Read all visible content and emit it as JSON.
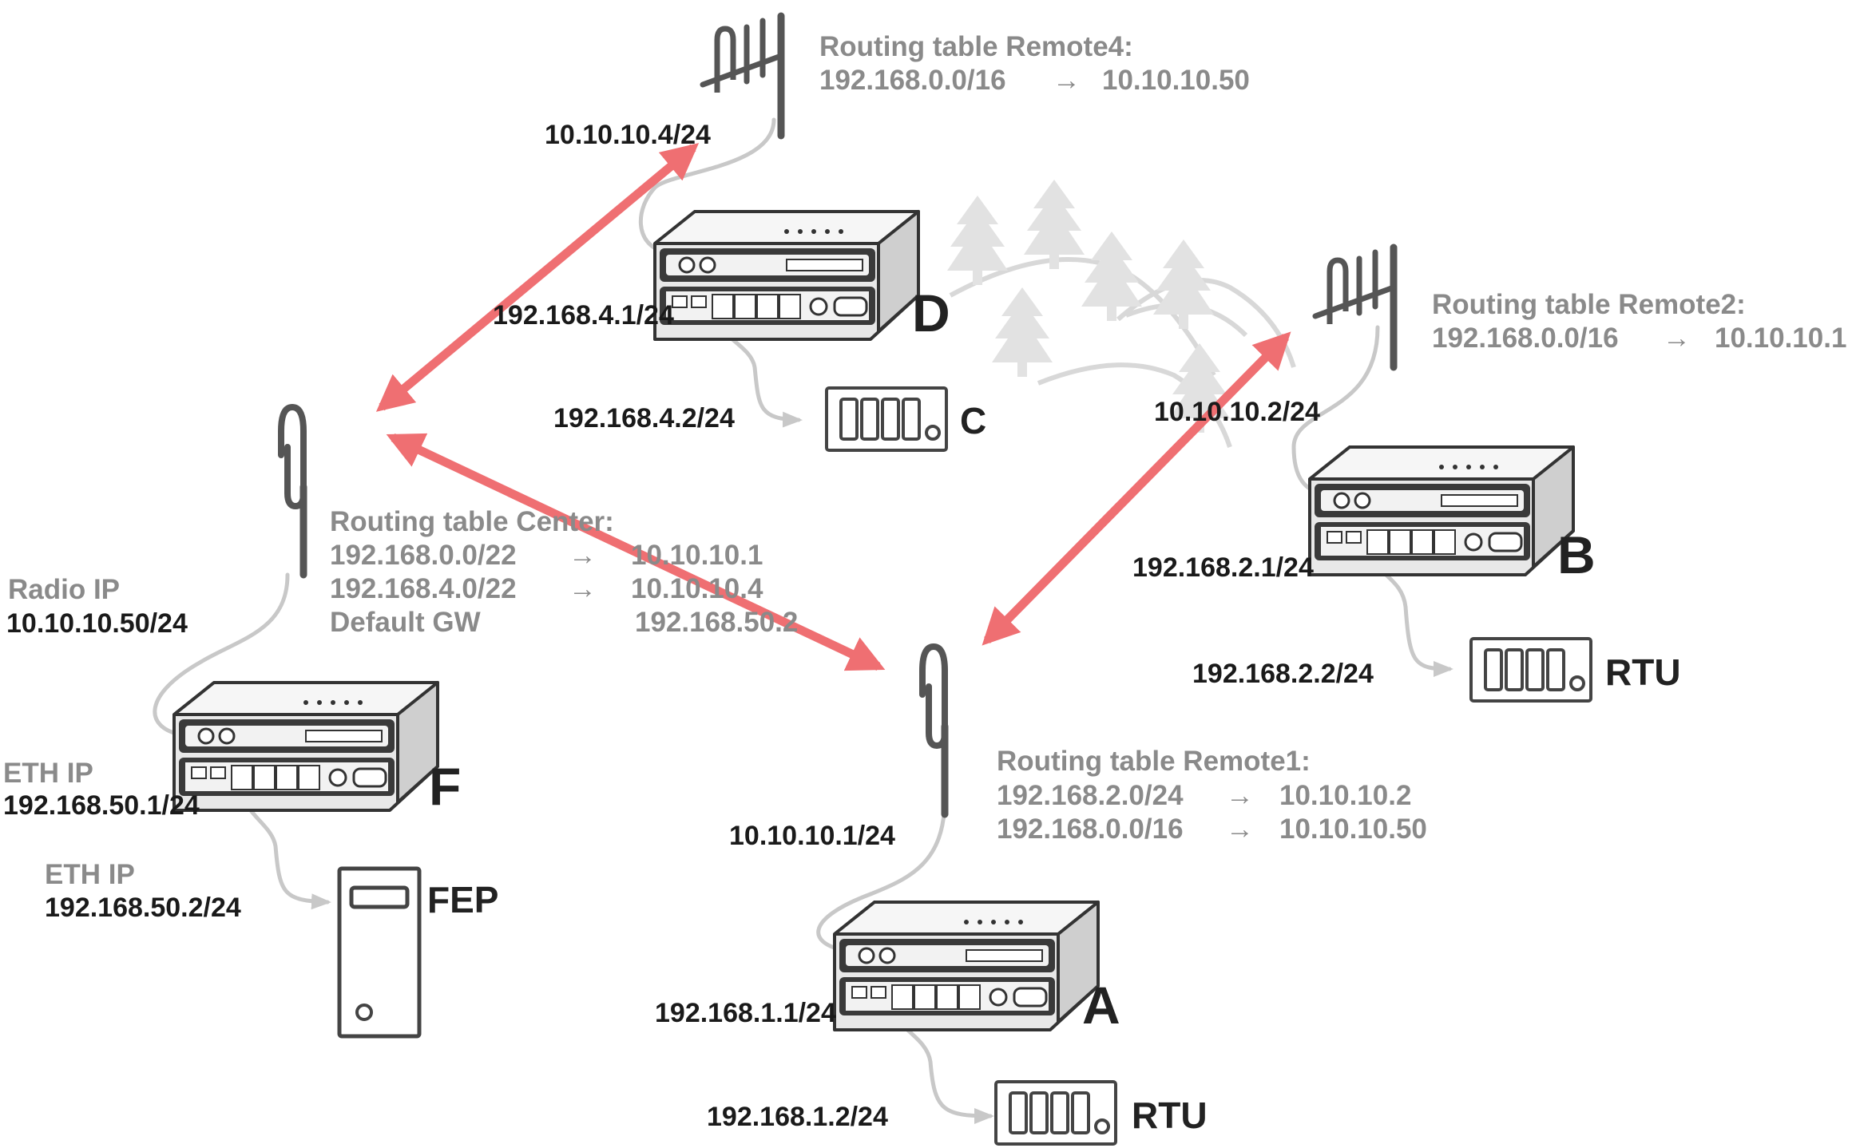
{
  "links": {
    "color": "#ef6f72"
  },
  "colors": {
    "table_text": "#8a8a8a",
    "ip_text": "#1a1a1a",
    "cable": "#c8c8c8",
    "scenery": "#e2e2e2",
    "device": "#333333"
  },
  "remote4": {
    "table_title": "Routing table Remote4:",
    "route_net": "192.168.0.0/16",
    "route_gw": "10.10.10.50",
    "radio_ip": "10.10.10.4/24"
  },
  "station_d": {
    "letter": "D",
    "eth_ip": "192.168.4.1/24"
  },
  "device_c": {
    "letter": "C",
    "ip": "192.168.4.2/24"
  },
  "remote2": {
    "table_title": "Routing table Remote2:",
    "route_net": "192.168.0.0/16",
    "route_gw": "10.10.10.1",
    "radio_ip": "10.10.10.2/24"
  },
  "station_b": {
    "letter": "B",
    "eth_ip": "192.168.2.1/24"
  },
  "rtu_b": {
    "label": "RTU",
    "ip": "192.168.2.2/24"
  },
  "center": {
    "table_title": "Routing table Center:",
    "routes": [
      {
        "net": "192.168.0.0/22",
        "gw": "10.10.10.1"
      },
      {
        "net": "192.168.4.0/22",
        "gw": "10.10.10.4"
      },
      {
        "net": "Default GW",
        "gw": "192.168.50.2"
      }
    ],
    "radio_label": "Radio IP",
    "radio_ip": "10.10.10.50/24",
    "eth_label": "ETH IP",
    "eth_ip": "192.168.50.1/24",
    "letter": "F"
  },
  "fep": {
    "label": "FEP",
    "eth_label": "ETH IP",
    "eth_ip": "192.168.50.2/24"
  },
  "remote1": {
    "table_title": "Routing table Remote1:",
    "routes": [
      {
        "net": "192.168.2.0/24",
        "gw": "10.10.10.2"
      },
      {
        "net": "192.168.0.0/16",
        "gw": "10.10.10.50"
      }
    ],
    "radio_ip": "10.10.10.1/24"
  },
  "station_a": {
    "letter": "A",
    "eth_ip": "192.168.1.1/24"
  },
  "rtu_a": {
    "label": "RTU",
    "ip": "192.168.1.2/24"
  },
  "icons": [
    "yagi-antenna-icon",
    "whip-antenna-icon",
    "radio-modem-icon",
    "rtu-icon",
    "server-tower-icon",
    "tree-icon",
    "arrow-right-icon"
  ]
}
